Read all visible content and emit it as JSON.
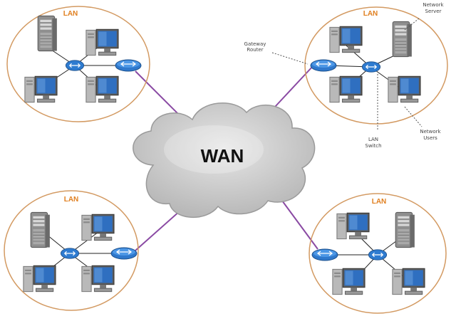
{
  "wan": {
    "label": "WAN"
  },
  "lans": [
    {
      "label": "LAN"
    },
    {
      "label": "LAN"
    },
    {
      "label": "LAN"
    },
    {
      "label": "LAN"
    }
  ],
  "callouts": {
    "gateway_router": [
      "Gateway",
      "Router"
    ],
    "network_server": [
      "Network",
      "Server"
    ],
    "lan_switch": [
      "LAN",
      "Switch"
    ],
    "network_users": [
      "Network",
      "Users"
    ]
  },
  "colors": {
    "lan_boundary": "#d39a62",
    "wan_link": "#8a4aa3",
    "cloud": "#c9c9c9",
    "lan_label": "#e07f1f",
    "device_blue": "#2f6fc0"
  },
  "icons": {
    "server": "server-tower-icon",
    "workstation": "desktop-workstation-icon",
    "switch": "lan-switch-icon",
    "router": "router-icon"
  }
}
